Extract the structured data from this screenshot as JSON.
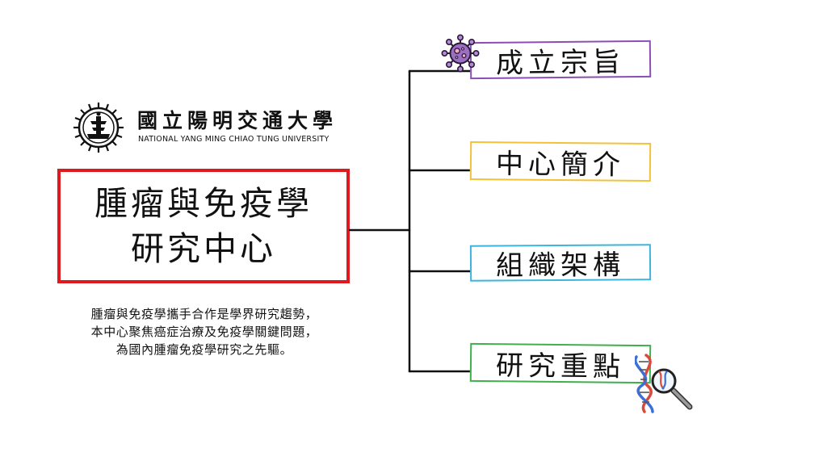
{
  "university": {
    "name_zh": "國立陽明交通大學",
    "name_en": "NATIONAL YANG MING CHIAO TUNG UNIVERSITY"
  },
  "center": {
    "title_lines": [
      "腫瘤與免疫學",
      "研究中心"
    ],
    "description_lines": [
      "腫瘤與免疫學攜手合作是學界研究趨勢，",
      "本中心聚焦癌症治療及免疫學關鍵問題，",
      "為國內腫瘤免疫學研究之先驅。"
    ]
  },
  "branches": [
    {
      "label": "成立宗旨",
      "color": "#8a4fb4",
      "icon": "virus-icon"
    },
    {
      "label": "中心簡介",
      "color": "#f2c23a"
    },
    {
      "label": "組織架構",
      "color": "#3cb4dc"
    },
    {
      "label": "研究重點",
      "color": "#3fb04c",
      "icon": "dna-magnifier-icon"
    }
  ],
  "colors": {
    "title_border": "#e0191f"
  }
}
